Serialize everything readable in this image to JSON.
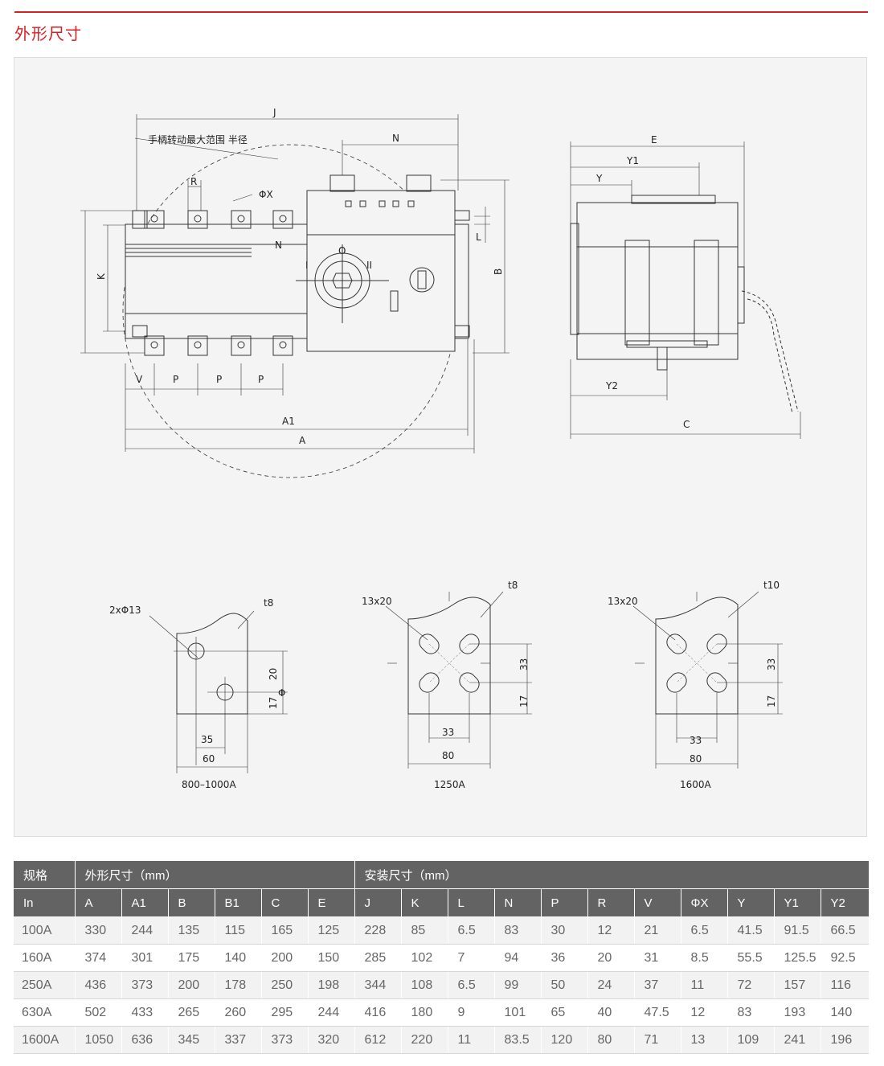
{
  "section_title": "外形尺寸",
  "main_drawing": {
    "handle_note": "手柄转动最大范围 半径",
    "labels": {
      "J": "J",
      "N": "N",
      "R": "R",
      "PhiX": "ΦX",
      "K": "K",
      "B": "B",
      "L": "L",
      "V": "V",
      "P": "P",
      "A1": "A1",
      "A": "A",
      "E": "E",
      "Y1": "Y1",
      "Y": "Y",
      "Y2": "Y2",
      "C": "C",
      "neutral": "N",
      "pos_one": "I",
      "pos_zero": "O",
      "pos_two": "II"
    }
  },
  "terminals": [
    {
      "hole_label": "2xΦ13",
      "thickness": "t8",
      "dim_a": "20",
      "dim_b": "17",
      "dim_inner": "35",
      "dim_outer": "60",
      "caption": "800–1000A",
      "phi": "Φ"
    },
    {
      "hole_label": "13x20",
      "thickness": "t8",
      "dim_a": "33",
      "dim_b": "17",
      "dim_inner": "33",
      "dim_outer": "80",
      "caption": "1250A"
    },
    {
      "hole_label": "13x20",
      "thickness": "t10",
      "dim_a": "33",
      "dim_b": "17",
      "dim_inner": "33",
      "dim_outer": "80",
      "caption": "1600A"
    }
  ],
  "table": {
    "group_headers": {
      "spec": "规格",
      "outline": "外形尺寸（mm）",
      "mount": "安装尺寸（mm）"
    },
    "columns": [
      "In",
      "A",
      "A1",
      "B",
      "B1",
      "C",
      "E",
      "J",
      "K",
      "L",
      "N",
      "P",
      "R",
      "V",
      "ΦX",
      "Y",
      "Y1",
      "Y2"
    ],
    "rows": [
      [
        "100A",
        "330",
        "244",
        "135",
        "115",
        "165",
        "125",
        "228",
        "85",
        "6.5",
        "83",
        "30",
        "12",
        "21",
        "6.5",
        "41.5",
        "91.5",
        "66.5"
      ],
      [
        "160A",
        "374",
        "301",
        "175",
        "140",
        "200",
        "150",
        "285",
        "102",
        "7",
        "94",
        "36",
        "20",
        "31",
        "8.5",
        "55.5",
        "125.5",
        "92.5"
      ],
      [
        "250A",
        "436",
        "373",
        "200",
        "178",
        "250",
        "198",
        "344",
        "108",
        "6.5",
        "99",
        "50",
        "24",
        "37",
        "11",
        "72",
        "157",
        "116"
      ],
      [
        "630A",
        "502",
        "433",
        "265",
        "260",
        "295",
        "244",
        "416",
        "180",
        "9",
        "101",
        "65",
        "40",
        "47.5",
        "12",
        "83",
        "193",
        "140"
      ],
      [
        "1600A",
        "1050",
        "636",
        "345",
        "337",
        "373",
        "320",
        "612",
        "220",
        "11",
        "83.5",
        "120",
        "80",
        "71",
        "13",
        "109",
        "241",
        "196"
      ]
    ]
  }
}
